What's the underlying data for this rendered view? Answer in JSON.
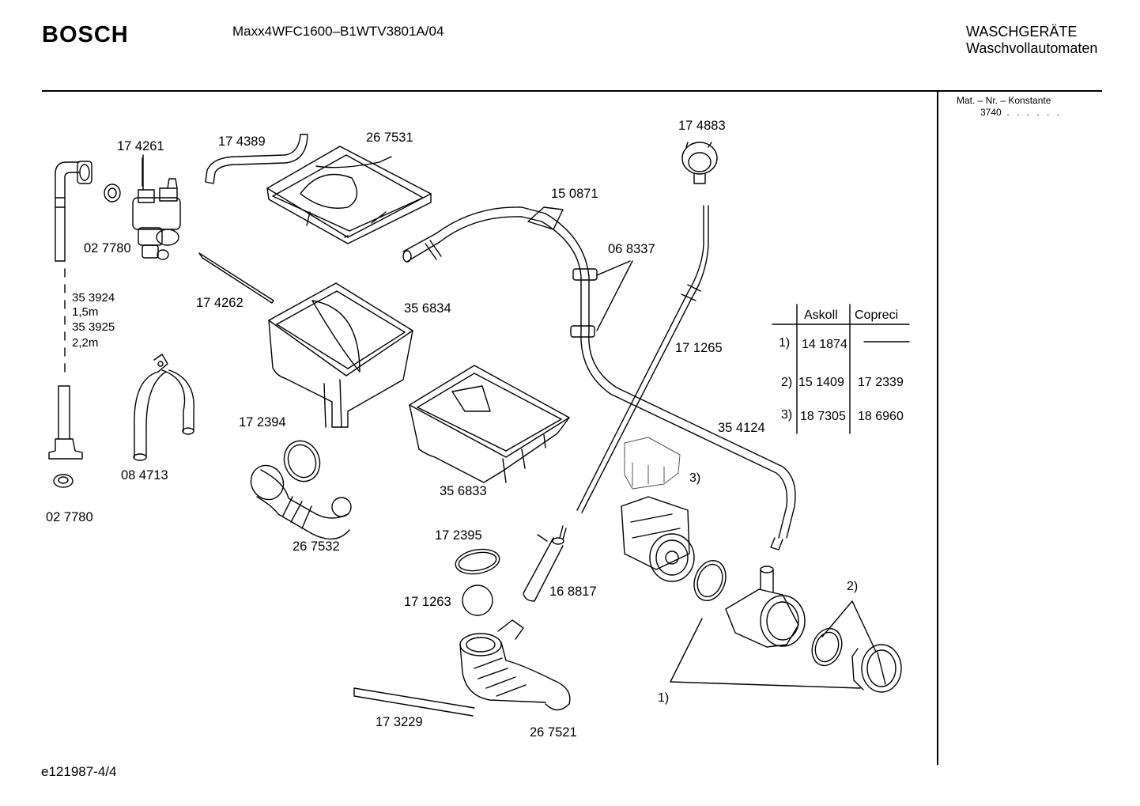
{
  "header": {
    "brand": "BOSCH",
    "model": "Maxx4WFC1600–B1WTV3801A/04",
    "category_line1": "WASCHGERÄTE",
    "category_line2": "Waschvollautomaten"
  },
  "sidebar": {
    "mat_label": "Mat. – Nr. – Konstante",
    "mat_value": "3740",
    "mat_dots": ". . . . . ."
  },
  "parts": {
    "p174261": "17 4261",
    "p174389": "17 4389",
    "p267531": "26 7531",
    "p174883": "17 4883",
    "p150871": "15 0871",
    "p027780a": "02 7780",
    "p068337": "06 8337",
    "p174262": "17 4262",
    "p356834": "35 6834",
    "p353924": "35 3924",
    "len1": "1,5m",
    "p353925": "35 3925",
    "len2": "2,2m",
    "p171265": "17 1265",
    "p172394": "17 2394",
    "p354124": "35 4124",
    "p084713": "08 4713",
    "p027780b": "02 7780",
    "p356833": "35 6833",
    "p267532": "26 7532",
    "p172395": "17 2395",
    "p168817": "16 8817",
    "p171263": "17 1263",
    "p173229": "17 3229",
    "p267521": "26 7521",
    "note3": "3)",
    "note2": "2)",
    "note1": "1)"
  },
  "variant_table": {
    "headers": [
      "Askoll",
      "Copreci"
    ],
    "rows": [
      {
        "mark": "1)",
        "askoll": "14 1874",
        "copreci": ""
      },
      {
        "mark": "2)",
        "askoll": "15 1409",
        "copreci": "17 2339"
      },
      {
        "mark": "3)",
        "askoll": "18 7305",
        "copreci": "18 6960"
      }
    ]
  },
  "footer": {
    "doc_id": "e121987-4/4"
  }
}
